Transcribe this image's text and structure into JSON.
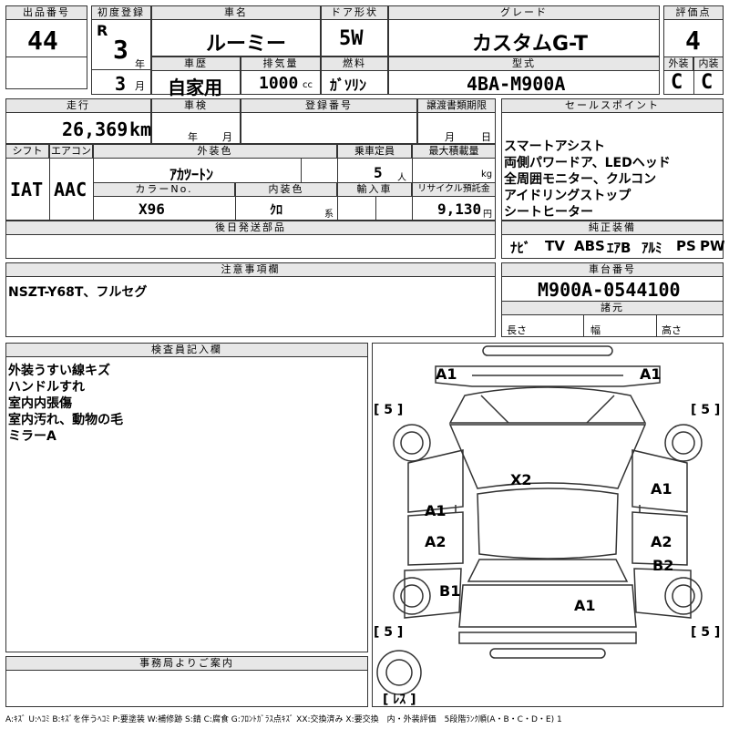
{
  "header": {
    "lot_label": "出品番号",
    "lot_value": "44",
    "first_reg_label": "初度登録",
    "era": "R",
    "year": "3",
    "year_unit": "年",
    "month": "3",
    "month_unit": "月",
    "car_name_label": "車名",
    "car_name_value": "ルーミー",
    "door_label": "ドア形状",
    "door_value": "5W",
    "grade_label": "グレード",
    "grade_value": "カスタムG-T",
    "score_label": "評価点",
    "score_value": "4",
    "history_label": "車歴",
    "history_value": "自家用",
    "displacement_label": "排気量",
    "displacement_value": "1000",
    "displacement_unit": "cc",
    "fuel_label": "燃料",
    "fuel_value": "ｶﾞｿﾘﾝ",
    "model_label": "型式",
    "model_value": "4BA-M900A",
    "exterior_label": "外装",
    "exterior_value": "C",
    "interior_label": "内装",
    "interior_value": "C"
  },
  "row2": {
    "mileage_label": "走行",
    "mileage_value": "26,369",
    "mileage_unit": "km",
    "inspection_label": "車検",
    "inspection_year": "年",
    "inspection_month": "月",
    "plate_label": "登録番号",
    "transfer_label": "譲渡書類期限",
    "transfer_month": "月",
    "transfer_day": "日",
    "shift_label": "シフト",
    "shift_value": "IAT",
    "ac_label": "エアコン",
    "ac_value": "AAC",
    "ext_color_label": "外装色",
    "ext_color_value": "ｱｶﾂｰﾄﾝ",
    "capacity_label": "乗車定員",
    "capacity_value": "5",
    "capacity_unit": "人",
    "maxload_label": "最大積載量",
    "maxload_unit": "kg",
    "colorno_label": "カラーNo.",
    "colorno_value": "X96",
    "int_color_label": "内装色",
    "int_color_value": "ｸﾛ",
    "int_color_unit": "系",
    "import_label": "輸入車",
    "recycle_label": "リサイクル預託金",
    "recycle_value": "9,130",
    "recycle_unit": "円",
    "later_parts_label": "後日発送部品"
  },
  "sales_points": {
    "label": "セールスポイント",
    "items": [
      "スマートアシスト",
      "両側パワードア、LEDヘッド",
      "全周囲モニター、クルコン",
      "アイドリングストップ",
      "シートヒーター"
    ]
  },
  "equipment": {
    "label": "純正装備",
    "items": [
      "ﾅﾋﾞ",
      "TV",
      "ABS",
      "ｴｱB",
      "ｱﾙﾐ",
      "PS",
      "PW"
    ]
  },
  "notes": {
    "label": "注意事項欄",
    "text": "NSZT-Y68T、フルセグ"
  },
  "chassis": {
    "label": "車台番号",
    "value": "M900A-0544100",
    "spec_label": "諸元",
    "length_label": "長さ",
    "width_label": "幅",
    "height_label": "高さ"
  },
  "inspector": {
    "label": "検査員記入欄",
    "lines": [
      "外装うすい線キズ",
      "ハンドルすれ",
      "室内内張傷",
      "室内汚れ、動物の毛",
      "ミラーA"
    ]
  },
  "office": {
    "label": "事務局よりご案内"
  },
  "diagram": {
    "marks": [
      "A1",
      "A1",
      "X2",
      "A1",
      "A1",
      "A2",
      "A2",
      "B2",
      "B1",
      "A1"
    ],
    "tires": [
      "[ 5 ]",
      "[ 5 ]",
      "[ 5 ]",
      "[ 5 ]"
    ],
    "spare": "[ ﾚｽ ]"
  },
  "legend": "A:ｷｽﾞ U:ﾍｺﾐ B:ｷｽﾞを伴うﾍｺﾐ P:要塗装 W:補修跡 S:錆 C:腐食 G:ﾌﾛﾝﾄｶﾞﾗｽ点ｷｽﾞ XX:交換済み X:要交換　内・外装評価　5段階ﾗﾝｸ順(A・B・C・D・E) 1"
}
